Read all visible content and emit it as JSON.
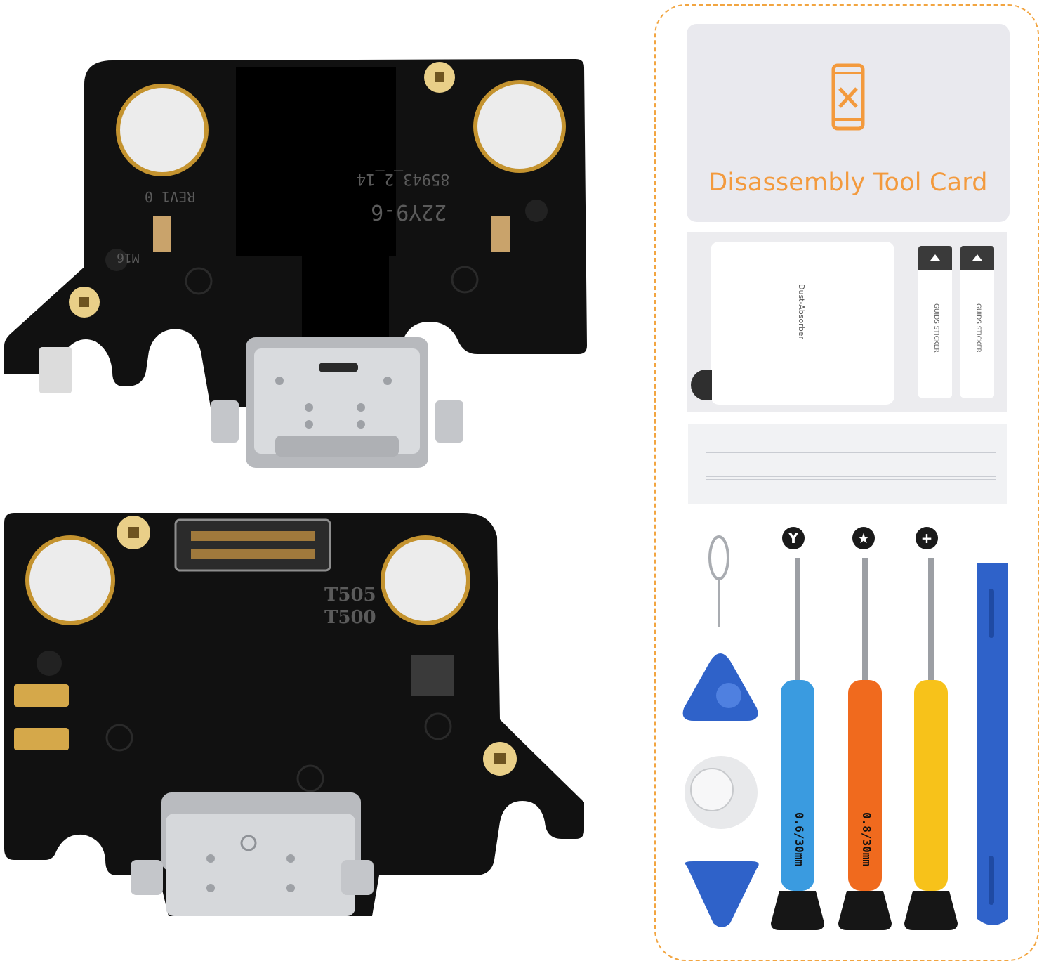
{
  "board_top": {
    "silkscreen": [
      "M16",
      "REV1 0",
      "85943_2_14",
      "22Y9-6"
    ]
  },
  "board_bottom": {
    "silkscreen": [
      "T505",
      "T500"
    ]
  },
  "kit": {
    "tool_card_title": "Disassembly Tool Card",
    "dust_absorber_label": "Dust-Absorber",
    "guide_sticker_labels": [
      "GUIDS STICKER",
      "GUIDS STICKER"
    ],
    "screwdrivers": [
      {
        "bit_icon": "Y",
        "size": "0.6/30mm",
        "handle_color": "#3a9be0"
      },
      {
        "bit_icon": "★",
        "size": "0.8/30mm",
        "handle_color": "#f06a1e"
      },
      {
        "bit_icon": "+",
        "size": "",
        "handle_color": "#f7c21a"
      }
    ],
    "colors": {
      "accent": "#f39a3d",
      "pry_tool": "#2f62c9"
    }
  }
}
